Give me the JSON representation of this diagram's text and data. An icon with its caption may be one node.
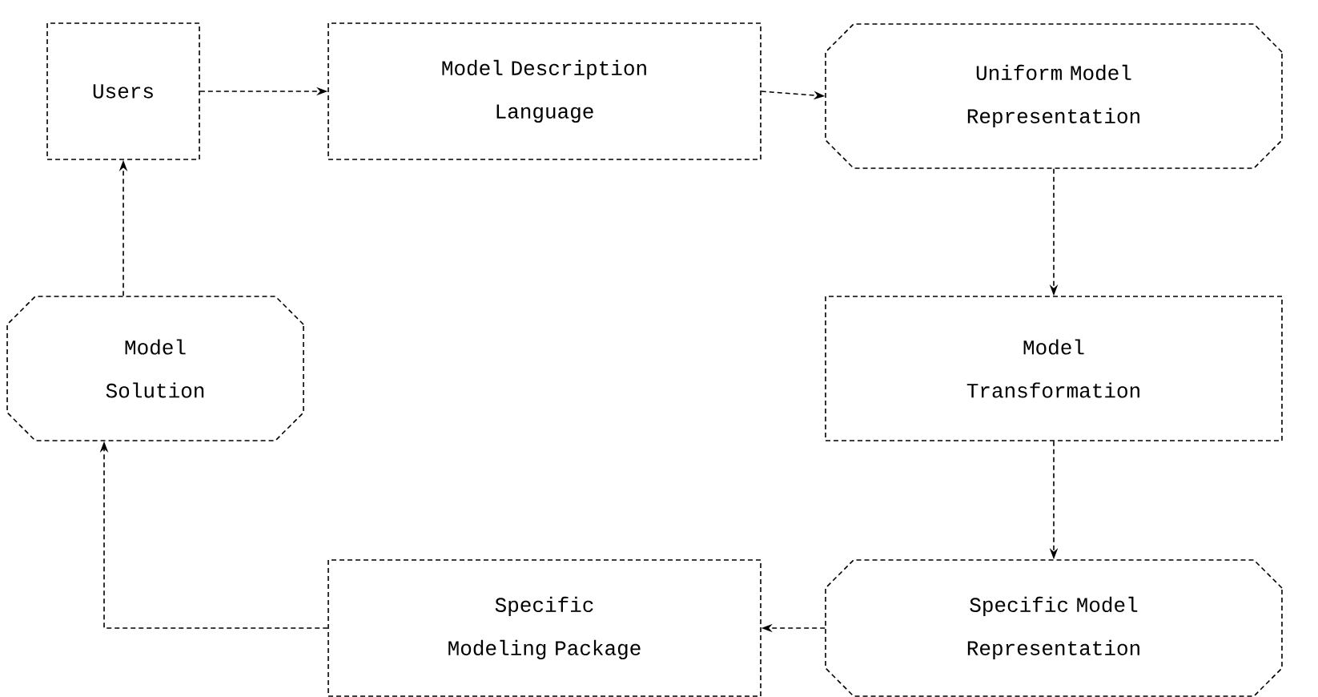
{
  "diagram": {
    "nodes": [
      {
        "text": [
          "Users"
        ]
      },
      {
        "text": [
          "Model Description Language"
        ]
      },
      {
        "text": [
          "Uniform Model Representation"
        ]
      },
      {
        "text": [
          "Model Transformation"
        ]
      },
      {
        "text": [
          "Specific Model Representation"
        ]
      },
      {
        "text": [
          "Specific Modeling Package"
        ]
      },
      {
        "text": [
          "Model Solution"
        ]
      }
    ],
    "edges": [
      {
        "from": 0,
        "to": 1,
        "arrow": "to"
      },
      {
        "from": 1,
        "to": 2,
        "arrow": "to"
      },
      {
        "from": 2,
        "to": 3,
        "arrow": "to"
      },
      {
        "from": 3,
        "to": 4,
        "arrow": "to"
      },
      {
        "from": 4,
        "to": 5,
        "arrow": "to"
      },
      {
        "from": 5,
        "to": 6,
        "arrow": "to"
      },
      {
        "from": 6,
        "to": 0,
        "arrow": "to"
      }
    ]
  }
}
